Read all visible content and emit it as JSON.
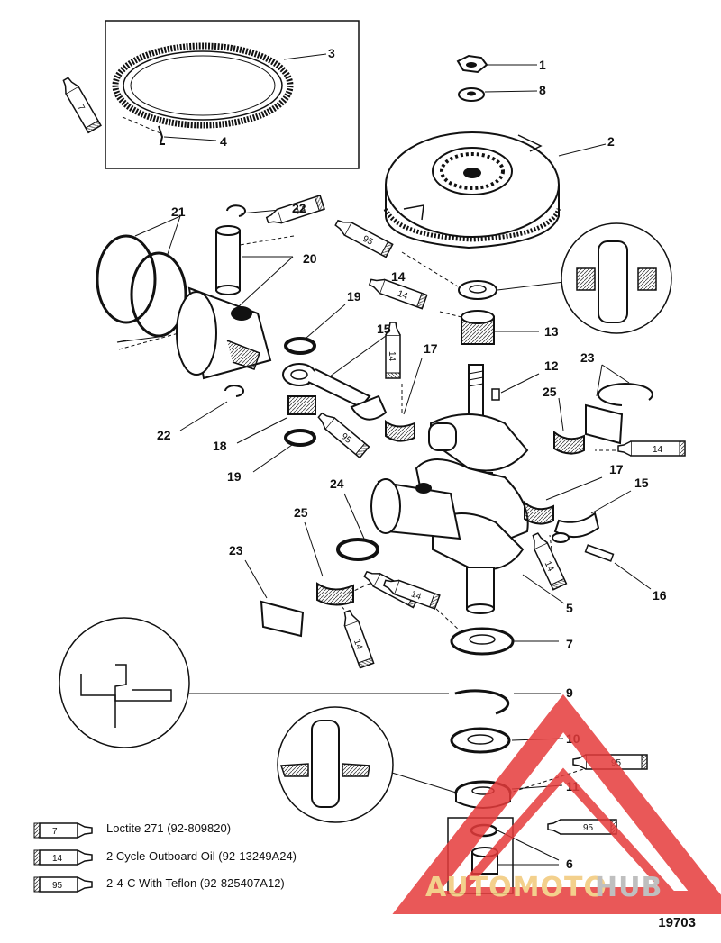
{
  "callouts": [
    {
      "id": "1",
      "label": "1"
    },
    {
      "id": "2",
      "label": "2"
    },
    {
      "id": "3",
      "label": "3"
    },
    {
      "id": "4",
      "label": "4"
    },
    {
      "id": "5",
      "label": "5"
    },
    {
      "id": "6",
      "label": "6"
    },
    {
      "id": "7a",
      "label": "7"
    },
    {
      "id": "8",
      "label": "8"
    },
    {
      "id": "9",
      "label": "9"
    },
    {
      "id": "10",
      "label": "10"
    },
    {
      "id": "11",
      "label": "11"
    },
    {
      "id": "12",
      "label": "12"
    },
    {
      "id": "13",
      "label": "13"
    },
    {
      "id": "14a",
      "label": "14"
    },
    {
      "id": "15a",
      "label": "15"
    },
    {
      "id": "15b",
      "label": "15"
    },
    {
      "id": "16",
      "label": "16"
    },
    {
      "id": "17a",
      "label": "17"
    },
    {
      "id": "17b",
      "label": "17"
    },
    {
      "id": "18",
      "label": "18"
    },
    {
      "id": "19a",
      "label": "19"
    },
    {
      "id": "19b",
      "label": "19"
    },
    {
      "id": "20",
      "label": "20"
    },
    {
      "id": "21",
      "label": "21"
    },
    {
      "id": "22a",
      "label": "22"
    },
    {
      "id": "22b",
      "label": "22"
    },
    {
      "id": "23a",
      "label": "23"
    },
    {
      "id": "23b",
      "label": "23"
    },
    {
      "id": "24",
      "label": "24"
    },
    {
      "id": "25a",
      "label": "25"
    },
    {
      "id": "25b",
      "label": "25"
    }
  ],
  "tubes": [
    "7",
    "14",
    "95",
    "14",
    "14",
    "95",
    "14",
    "14",
    "14",
    "14",
    "14",
    "95",
    "95"
  ],
  "legend": [
    {
      "code": "7",
      "text": "Loctite 271 (92-809820)"
    },
    {
      "code": "14",
      "text": "2 Cycle Outboard Oil (92-13249A24)"
    },
    {
      "code": "95",
      "text": "2-4-C  With Teflon (92-825407A12)"
    }
  ],
  "figure_number": "19703",
  "watermark": {
    "part1": "AUTOMOTO",
    "part2": "HUB",
    "color1": "#f2c879",
    "color2": "#b5b5b5",
    "triangle_color": "#e63b3b"
  }
}
